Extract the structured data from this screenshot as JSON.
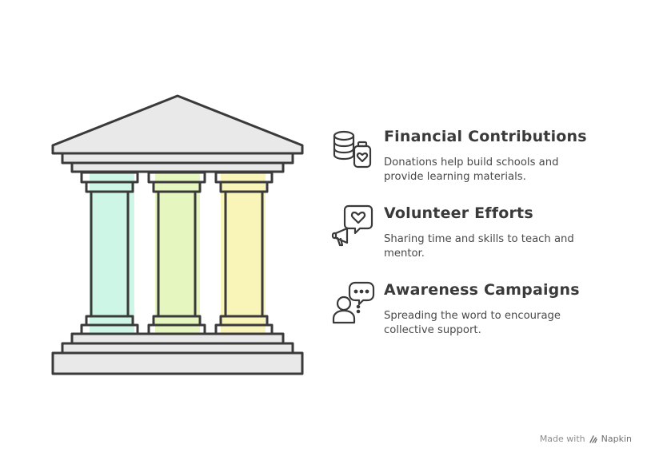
{
  "items": [
    {
      "title": "Financial Contributions",
      "description": "Donations help build schools and provide learning materials.",
      "icon": "coins-and-donation-jar-icon",
      "pillar_color": "#c9f5e3"
    },
    {
      "title": "Volunteer Efforts",
      "description": "Sharing time and skills to teach and mentor.",
      "icon": "megaphone-heart-bubble-icon",
      "pillar_color": "#e2f6b8"
    },
    {
      "title": "Awareness Campaigns",
      "description": "Spreading the word to encourage collective support.",
      "icon": "person-speech-bubble-icon",
      "pillar_color": "#f8f3b0"
    }
  ],
  "footer": {
    "made_with": "Made with",
    "brand": "Napkin"
  },
  "colors": {
    "stroke": "#3a3a3a",
    "stone": "#e8e8e8"
  }
}
